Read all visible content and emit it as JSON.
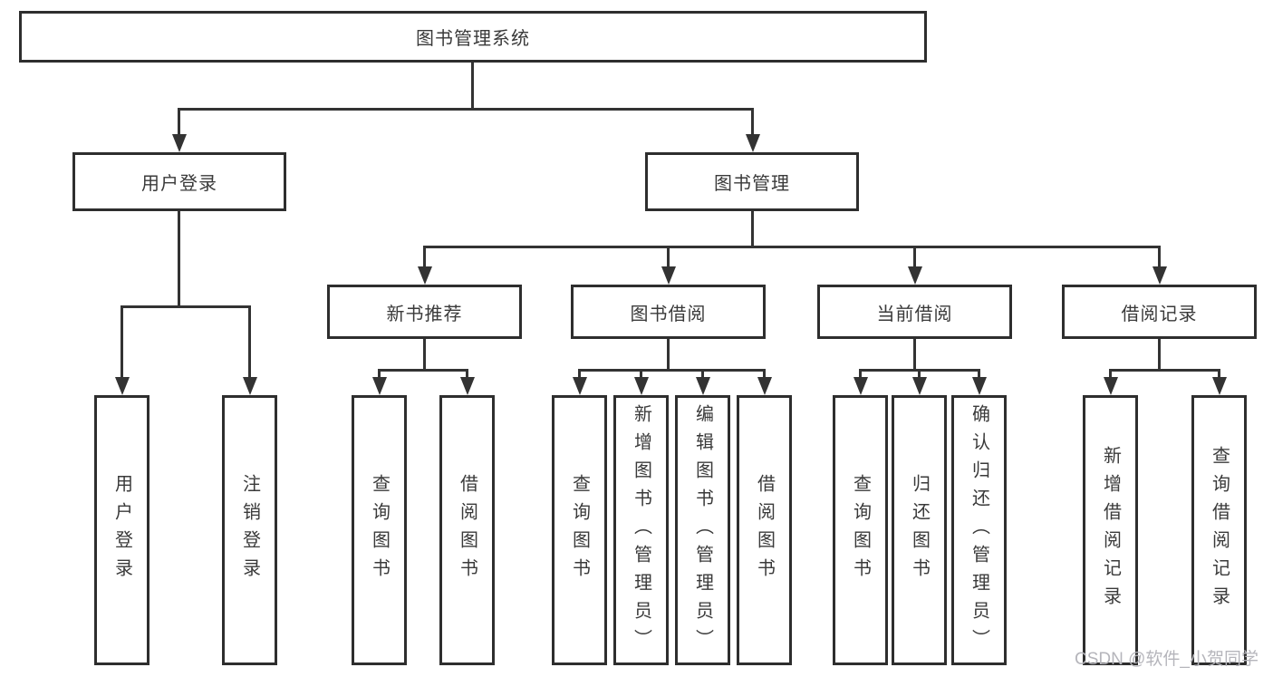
{
  "diagram": {
    "title_node": "图书管理系统",
    "level2": {
      "user_login": "用户登录",
      "book_management": "图书管理"
    },
    "level3": {
      "new_book_recommendation": "新书推荐",
      "book_borrowing": "图书借阅",
      "current_borrowing": "当前借阅",
      "borrowing_records": "借阅记录"
    },
    "leaves": {
      "user_login": "用户登录",
      "logout": "注销登录",
      "recommend_query_books": "查询图书",
      "recommend_borrow_books": "借阅图书",
      "borrowing_query_books": "查询图书",
      "borrowing_add_books": "新增图书（管理员）",
      "borrowing_edit_books": "编辑图书（管理员）",
      "borrowing_borrow_books": "借阅图书",
      "current_query_books": "查询图书",
      "current_return_books": "归还图书",
      "current_confirm_return": "确认归还（管理员）",
      "records_add_record": "新增借阅记录",
      "records_query_record": "查询借阅记录"
    },
    "watermark": "CSDN @软件_小贺同学",
    "colors": {
      "line": "#333333",
      "text": "#3a3a3a",
      "box_background": "#ffffff",
      "watermark": "#b5b5bb"
    }
  }
}
